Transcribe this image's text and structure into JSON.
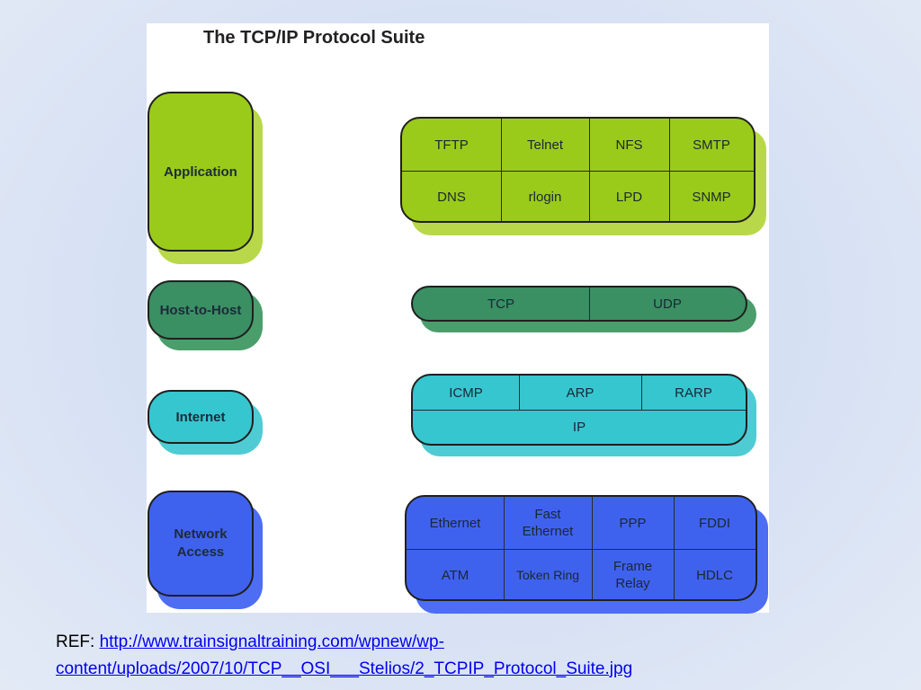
{
  "diagram": {
    "title": "The TCP/IP Protocol Suite",
    "colors": {
      "application": "#9bcb1a",
      "application_shadow": "#b8d84a",
      "host_to_host": "#3a8f63",
      "host_to_host_shadow": "#4a9e6c",
      "internet": "#36c6cf",
      "internet_shadow": "#4fcbd4",
      "network_access": "#3f62ee",
      "network_access_shadow": "#4d6df3"
    },
    "layers": {
      "application": "Application",
      "host_to_host": "Host-to-Host",
      "internet": "Internet",
      "network_access": "Network Access"
    },
    "protocols": {
      "application": [
        "TFTP",
        "Telnet",
        "NFS",
        "SMTP",
        "DNS",
        "rlogin",
        "LPD",
        "SNMP"
      ],
      "host_to_host": [
        "TCP",
        "UDP"
      ],
      "internet": [
        "ICMP",
        "ARP",
        "RARP",
        "IP"
      ],
      "network_access": [
        "Ethernet",
        "Fast Ethernet",
        "PPP",
        "FDDI",
        "ATM",
        "Token Ring",
        "Frame Relay",
        "HDLC"
      ]
    }
  },
  "reference": {
    "prefix": "REF:",
    "url": "http://www.trainsignaltraining.com/wpnew/wp-content/uploads/2007/10/TCP__OSI___Stelios/2_TCPIP_Protocol_Suite.jpg"
  }
}
